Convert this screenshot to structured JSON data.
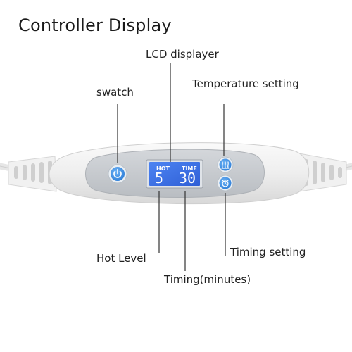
{
  "title": "Controller Display",
  "labels": {
    "lcd": "LCD displayer",
    "swatch": "swatch",
    "temperature": "Temperature setting",
    "hot_level": "Hot Level",
    "timing_setting": "Timing setting",
    "timing_minutes": "Timing(minutes)"
  },
  "lcd": {
    "hot_label": "HOT",
    "time_label": "TIME",
    "level_value": "5",
    "minutes_value": "30"
  },
  "icons": {
    "power": "power-icon",
    "temperature": "heat-waves-icon",
    "timer": "alarm-clock-icon"
  },
  "colors": {
    "button_blue": "#3d8fe0",
    "lcd_blue": "#3a6fe8",
    "panel_gray": "#c9ccd0",
    "casing": "#f2f2f2"
  }
}
